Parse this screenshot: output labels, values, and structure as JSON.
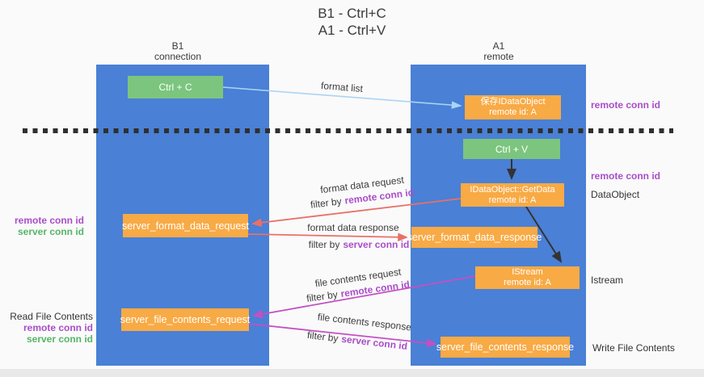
{
  "title": {
    "line1": "B1 - Ctrl+C",
    "line2": "A1 - Ctrl+V"
  },
  "columns": {
    "b1": {
      "name": "B1",
      "subtitle": "connection"
    },
    "a1": {
      "name": "A1",
      "subtitle": "remote"
    }
  },
  "nodes": {
    "ctrl_c": {
      "label": "Ctrl + C"
    },
    "save_idataobject": {
      "line1": "保存IDataObject",
      "line2": "remote id: A"
    },
    "ctrl_v": {
      "label": "Ctrl + V"
    },
    "getdata": {
      "line1": "IDataObject::GetData",
      "line2": "remote id: A"
    },
    "format_request": {
      "label": "server_format_data_request"
    },
    "format_response": {
      "label": "server_format_data_response"
    },
    "istream": {
      "line1": "IStream",
      "line2": "remote id: A"
    },
    "file_request": {
      "label": "server_file_contents_request"
    },
    "file_response": {
      "label": "server_file_contents_response"
    }
  },
  "edge_labels": {
    "format_list": "format list",
    "format_data_request": "format data request",
    "format_data_response": "format data response",
    "file_contents_request": "file contents request",
    "file_contents_response": "file contents response",
    "filter_by": "filter by",
    "remote_conn_id": "remote conn id",
    "server_conn_id": "server conn id"
  },
  "side_labels": {
    "remote_conn_id": "remote conn id",
    "server_conn_id": "server conn id",
    "dataobject": "DataObject",
    "istream": "Istream",
    "read_file_contents": "Read File Contents",
    "write_file_contents": "Write File Contents"
  },
  "colors": {
    "lifeline_blue": "#4a80d5",
    "node_green": "#7cc57e",
    "node_orange": "#f8aa45",
    "remote_conn_purple": "#a94ec9",
    "server_conn_green": "#56b567",
    "format_arrow_red": "#e97068",
    "file_arrow_magenta": "#c44fc4",
    "format_list_blue": "#aad4f5",
    "black_arrow": "#333333"
  }
}
